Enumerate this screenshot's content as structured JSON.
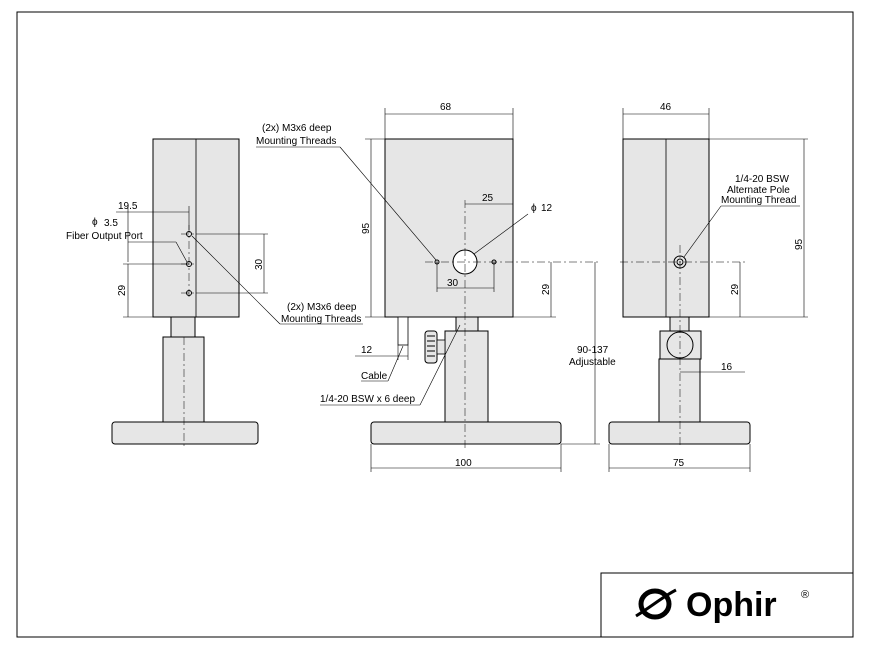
{
  "dims": {
    "left_width": "19.5",
    "left_spacing": "30",
    "left_base_height": "29",
    "front_width": "68",
    "front_height": "95",
    "front_offset": "25",
    "front_holes": "30",
    "front_base_height": "29",
    "cable_offset": "12",
    "overall_height": "90-137",
    "overall_height_note": "Adjustable",
    "base_width": "100",
    "right_width": "46",
    "right_height": "95",
    "right_base_height": "29",
    "post_offset": "16",
    "right_base_width": "75",
    "bore_dia": "12"
  },
  "labels": {
    "fiber_port_dia": "3.5",
    "fiber_port": "Fiber Output Port",
    "m3_left_1": "(2x) M3x6 deep",
    "m3_left_2": "Mounting Threads",
    "m3_top_1": "(2x) M3x6 deep",
    "m3_top_2": "Mounting Threads",
    "cable": "Cable",
    "bsw_deep": "1/4-20 BSW x 6 deep",
    "alt_1": "1/4-20 BSW",
    "alt_2": "Alternate Pole",
    "alt_3": "Mounting Thread",
    "phi": "ϕ"
  },
  "logo": {
    "text": "Ophir",
    "reg": "®"
  }
}
